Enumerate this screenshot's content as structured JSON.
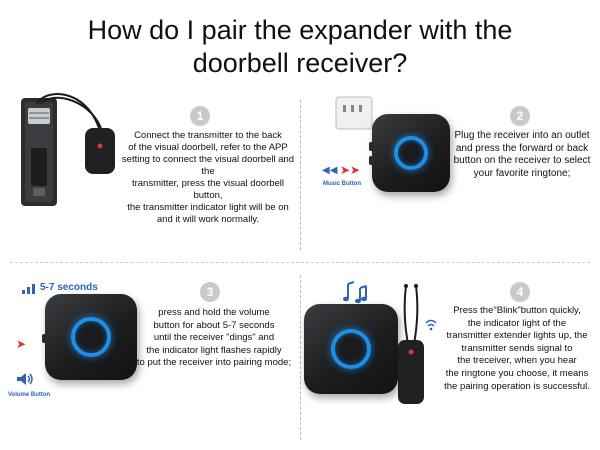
{
  "title": {
    "line1": "How do I pair the expander with the",
    "line2": "doorbell receiver?"
  },
  "steps": [
    {
      "number": "1",
      "lines": [
        "Connect the transmitter to the back",
        "of the visual doorbell, refer to the APP",
        "setting to connect the visual doorbell and the",
        "transmitter, press the visual doorbell button,",
        "the transmitter indicator light will be on",
        "and it will work normally."
      ]
    },
    {
      "number": "2",
      "lines": [
        "Plug the receiver into an outlet",
        "and press the forward or back",
        "button on the receiver to select",
        "your favorite ringtone;"
      ],
      "image_label": "Music Button"
    },
    {
      "number": "3",
      "lines": [
        "press and hold the volume",
        "button for about 5-7 seconds",
        "until the receiver \"dings\" and",
        "the indicator light flashes rapidly",
        "to put the receiver into pairing mode;"
      ],
      "hold_label": "5-7 seconds",
      "image_label": "Volume Button"
    },
    {
      "number": "4",
      "lines": [
        "Press the\"Blink\"button quickly,",
        "the indicator light of the",
        "transmitter extender lights up, the",
        "transmitter sends signal to",
        "the treceiver, when you hear",
        "the ringtone you choose, it means",
        "the pairing operation is successful."
      ]
    }
  ],
  "colors": {
    "ring_blue": "#1e8fe6",
    "arrow_red": "#e0323a",
    "label_blue": "#2d64b3",
    "badge_gray": "#c9c9c9"
  },
  "icons": [
    "signal-bars-icon",
    "speaker-icon",
    "music-notes-icon",
    "wifi-signal-icon"
  ]
}
